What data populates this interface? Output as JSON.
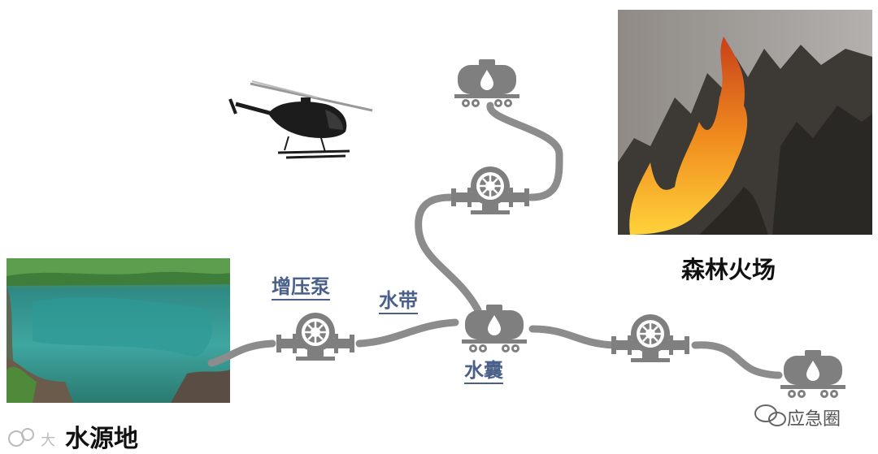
{
  "labels": {
    "water_source": "水源地",
    "forest_fire": "森林火场",
    "booster_pump": "增压泵",
    "hose": "水带",
    "water_bladder": "水囊"
  },
  "watermarks": {
    "brand_right": "应急圈",
    "brand_left": "大"
  },
  "colors": {
    "label_blue": "#4a6089",
    "equipment_gray": "#7f7f7f",
    "hose_gray": "#8c8c8c",
    "dark_text": "#111111"
  },
  "icons": [
    "helicopter-icon",
    "water-tank-icon",
    "pump-icon",
    "water-drop-icon"
  ]
}
